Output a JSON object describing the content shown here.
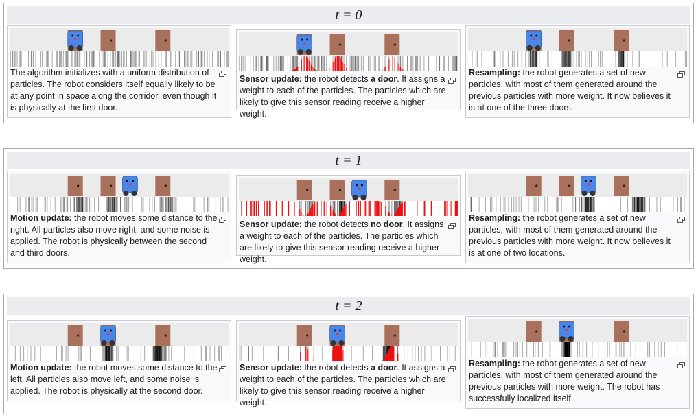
{
  "rows": [
    {
      "title": "t = 0",
      "panels": [
        {
          "bold": "",
          "text": "The algorithm initializes with a uniform distribution of particles. The robot considers itself equally likely to be at any point in space along the corridor, even though it is physically at the first door.",
          "robot": 0.3,
          "weights": "none",
          "particles": "uniform"
        },
        {
          "bold": "Sensor update:",
          "text_pre": " the robot detects ",
          "bold2": "a door",
          "text_post": ". It assigns a weight to each of the particles. The particles which are likely to give this sensor reading receive a higher weight.",
          "robot": 0.3,
          "weights": "doors",
          "particles": "uniform"
        },
        {
          "bold": "Resampling:",
          "text": " the robot generates a set of new particles, with most of them generated around the previous particles with more weight. It now believes it is at one of the three doors.",
          "robot": 0.3,
          "weights": "none",
          "particles": "doors"
        }
      ]
    },
    {
      "title": "t = 1",
      "panels": [
        {
          "bold": "Motion update:",
          "text": " the robot moves some distance to the right. All particles also move right, and some noise is applied. The robot is physically between the second and third doors.",
          "robot": 0.55,
          "weights": "none",
          "particles": "shifted"
        },
        {
          "bold": "Sensor update:",
          "text_pre": " the robot detects ",
          "bold2": "no door",
          "text_post": ". It assigns a weight to each of the particles. The particles which are likely to give this sensor reading receive a higher weight.",
          "robot": 0.55,
          "weights": "nodoor",
          "particles": "shifted"
        },
        {
          "bold": "Resampling:",
          "text": " the robot generates a set of new particles, with most of them generated around the previous particles with more weight. It now believes it is at one of two locations.",
          "robot": 0.55,
          "weights": "none",
          "particles": "two"
        }
      ]
    },
    {
      "title": "t = 2",
      "panels": [
        {
          "bold": "Motion update:",
          "text": " the robot moves some distance to the left. All particles also move left, and some noise is applied. The robot is physically at the second door.",
          "robot": 0.45,
          "weights": "none",
          "particles": "two-left"
        },
        {
          "bold": "Sensor update:",
          "text_pre": " the robot detects ",
          "bold2": "a door",
          "text_post": ". It assigns a weight to each of the particles. The particles which are likely to give this sensor reading receive a higher weight.",
          "robot": 0.45,
          "weights": "doors-strong",
          "particles": "two-left"
        },
        {
          "bold": "Resampling:",
          "text": " the robot generates a set of new particles, with most of them generated around the previous particles with more weight. The robot has successfully localized itself.",
          "robot": 0.45,
          "weights": "none",
          "particles": "single"
        }
      ]
    }
  ],
  "colors": {
    "door": "#a9705c",
    "robot": "#4a86e8",
    "weight": "#ee1111",
    "wall": "#ebebeb"
  }
}
